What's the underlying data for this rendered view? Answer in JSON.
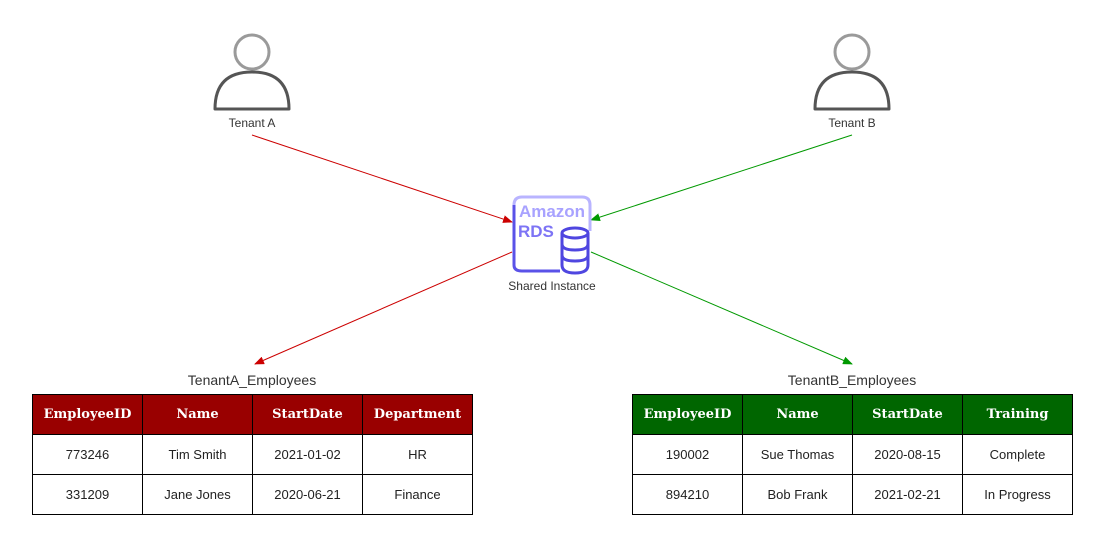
{
  "tenants": {
    "a": {
      "label": "Tenant A"
    },
    "b": {
      "label": "Tenant B"
    }
  },
  "database": {
    "logo_line1": "Amazon",
    "logo_line2": "RDS",
    "label": "Shared Instance",
    "icon": "amazon-rds-icon"
  },
  "colors": {
    "tenant_a": "#cc0000",
    "tenant_b": "#009900",
    "rds": "#5a52e8"
  },
  "tables": {
    "a": {
      "title": "TenantA_Employees",
      "headers": [
        "EmployeeID",
        "Name",
        "StartDate",
        "Department"
      ],
      "rows": [
        [
          "773246",
          "Tim Smith",
          "2021-01-02",
          "HR"
        ],
        [
          "331209",
          "Jane Jones",
          "2020-06-21",
          "Finance"
        ]
      ]
    },
    "b": {
      "title": "TenantB_Employees",
      "headers": [
        "EmployeeID",
        "Name",
        "StartDate",
        "Training"
      ],
      "rows": [
        [
          "190002",
          "Sue Thomas",
          "2020-08-15",
          "Complete"
        ],
        [
          "894210",
          "Bob Frank",
          "2021-02-21",
          "In Progress"
        ]
      ]
    }
  }
}
